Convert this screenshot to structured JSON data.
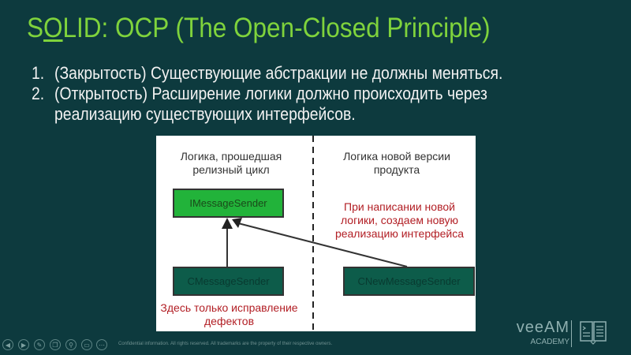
{
  "title": {
    "pre": "S",
    "underlined": "O",
    "post": "LID: OCP (The Open-Closed Principle)"
  },
  "bullets": [
    {
      "num": "1.",
      "text": "(Закрытость) Существующие абстракции не должны меняться."
    },
    {
      "num": "2.",
      "text": "(Открытость) Расширение логики должно происходить через"
    },
    {
      "num": "",
      "text": "реализацию существующих интерфейсов."
    }
  ],
  "diagram": {
    "left_caption_1": "Логика, прошедшая",
    "left_caption_2": "релизный цикл",
    "right_caption_1": "Логика новой версии",
    "right_caption_2": "продукта",
    "interface_box": "IMessageSender",
    "impl_box": "CMessageSender",
    "new_impl_box": "CNewMessageSender",
    "right_note_1": "При написании новой",
    "right_note_2": "логики, создаем новую",
    "right_note_3": "реализацию интерфейса",
    "left_note_1": "Здесь только исправление",
    "left_note_2": "дефектов"
  },
  "footer": {
    "text": "Confidential information. All rights reserved. All trademarks are the property of their respective owners."
  },
  "logo": {
    "brand": "veeAM",
    "sub": "ACADEMY"
  },
  "colors": {
    "background": "#0d3a3e",
    "title": "#7fd33c",
    "interface": "#22b33a",
    "impl": "#0d5c4a",
    "note": "#b21e24"
  }
}
